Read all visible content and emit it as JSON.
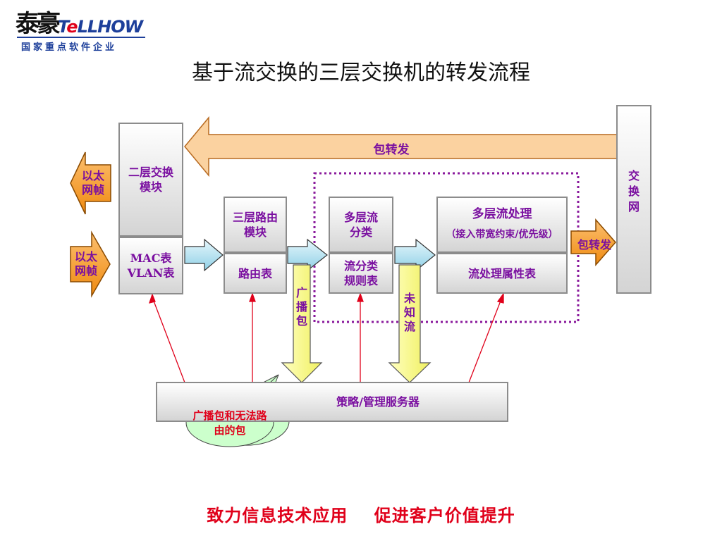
{
  "logo": {
    "cn_name": "泰豪",
    "en_name_prefix": "T",
    "en_name_red": "e",
    "en_name_suffix": "LLHOW",
    "subtitle": "国家重点软件企业"
  },
  "title": "基于流交换的三层交换机的转发流程",
  "slogan": "致力信息技术应用    促进客户价值提升",
  "diagram": {
    "arrow_packet_forward_top": "包转发",
    "arrow_packet_forward_right": "包转发",
    "eth_frame_out": "以太网帧",
    "eth_frame_in": "以太网帧",
    "l2_module": "二层交换模块",
    "mac_vlan_table": [
      "MAC表",
      "VLAN表"
    ],
    "l3_routing_module": "三层路由模块",
    "routing_table": "路由表",
    "broadcast_arrow": "广播包",
    "multilayer_classify": "多层流分类",
    "classify_rule_table": "流分类规则表",
    "unknown_flow_arrow": "未知流",
    "multilayer_processing": "多层流处理",
    "multilayer_processing_note": "（接入带宽约束/优先级）",
    "flow_attr_table": "流处理属性表",
    "switch_fabric": "交换网",
    "policy_server": "策略/管理服务器",
    "callout": "广播包和无法路由的包"
  },
  "colors": {
    "box_text": "#7a0fa0",
    "orange": "#f7941d",
    "peach": "#fbd5a8",
    "yellow": "#ffff8c",
    "cyan": "#bfe6f2",
    "green": "#ccffcc",
    "red_line": "#e0001a",
    "dotted": "#8a1a9c"
  }
}
